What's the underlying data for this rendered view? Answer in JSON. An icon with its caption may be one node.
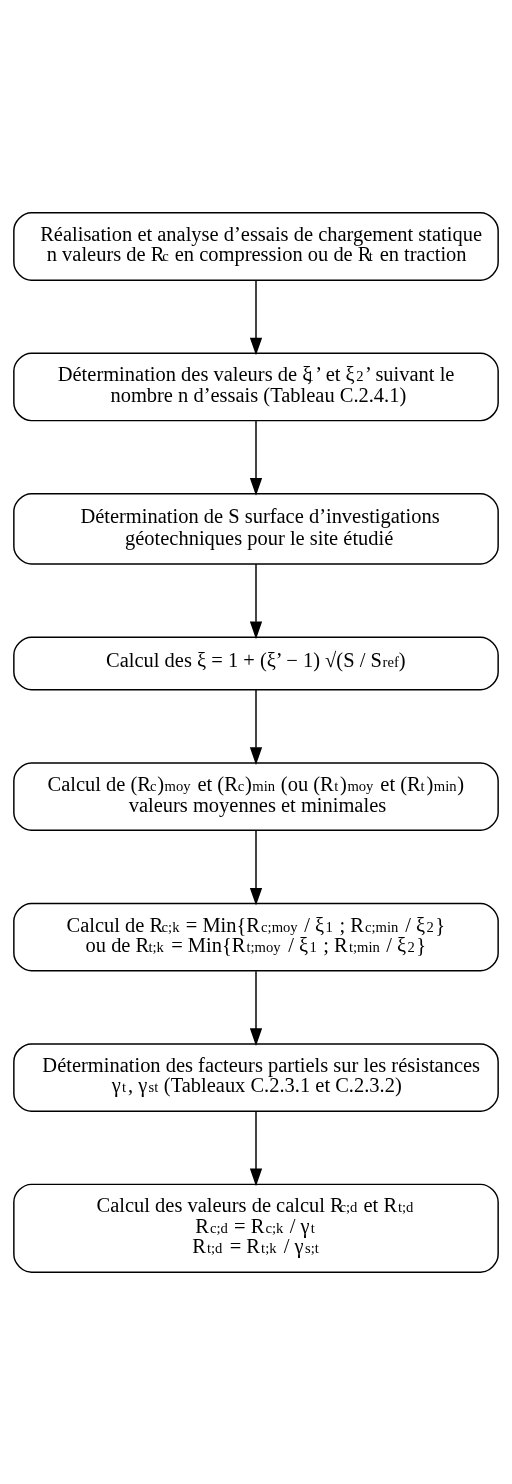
{
  "diagram": {
    "nodes": [
      {
        "text": [
          "Réalisation et analyse d’essais de chargement statique",
          "n valeurs de R$_{c}$ en compression ou de R$_{t}$ en traction"
        ]
      },
      {
        "text": [
          "Détermination des valeurs de ξ$_{1}$’ et ξ$_{2}$’ suivant le nombre n d’essais (Tableau C.2.4.1)"
        ]
      },
      {
        "text": [
          "Détermination de S surface d’investigations géotechniques pour le site étudié"
        ]
      },
      {
        "text": [
          "Calcul des ξ = 1 + (ξ’ − 1) √(S / S$_{ref}$)"
        ]
      },
      {
        "text": [
          "Calcul de (R$_{c}$)$_{moy}$ et (R$_{c}$)$_{min}$ (ou (R$_{t}$)$_{moy}$ et (R$_{t}$)$_{min}$) valeurs moyennes et minimales"
        ]
      },
      {
        "text": [
          "Calcul de R$_{c;k}$ = Min{R$_{c;moy}$ / ξ$_{1}$ ; R$_{c;min}$ / ξ$_{2}$}",
          "ou de R$_{t;k}$ = Min{R$_{t;moy}$ / ξ$_{1}$ ; R$_{t;min}$ / ξ$_{2}$}"
        ]
      },
      {
        "text": [
          "Détermination des facteurs partiels sur les résistances γ$_{t}$, γ$_{st}$ (Tableaux C.2.3.1 et C.2.3.2)"
        ]
      },
      {
        "text": [
          "Calcul des valeurs de calcul R$_{c;d}$ et R$_{t;d}$",
          "R$_{c;d}$ = R$_{c;k}$ / γ$_{t}$",
          "R$_{t;d}$ = R$_{t;k}$ / γ$_{s;t}$"
        ]
      }
    ],
    "edges": [
      {
        "from": 0,
        "to": 1,
        "arrow": "to"
      },
      {
        "from": 1,
        "to": 2,
        "arrow": "to"
      },
      {
        "from": 2,
        "to": 3,
        "arrow": "to"
      },
      {
        "from": 3,
        "to": 4,
        "arrow": "to"
      },
      {
        "from": 4,
        "to": 5,
        "arrow": "to"
      },
      {
        "from": 5,
        "to": 6,
        "arrow": "to"
      },
      {
        "from": 6,
        "to": 7,
        "arrow": "to"
      }
    ]
  }
}
